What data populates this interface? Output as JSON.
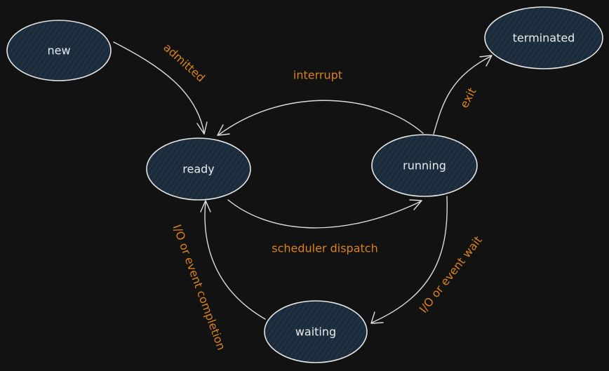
{
  "colors": {
    "background": "#121212",
    "node_fill": "#1c2b3a",
    "node_stroke": "#e6e6e6",
    "node_text": "#e9ecef",
    "edge_stroke": "#dcdcdc",
    "edge_label": "#d9821e"
  },
  "nodes": {
    "new": {
      "label": "new"
    },
    "ready": {
      "label": "ready"
    },
    "running": {
      "label": "running"
    },
    "terminated": {
      "label": "terminated"
    },
    "waiting": {
      "label": "waiting"
    }
  },
  "edges": {
    "admitted": {
      "from": "new",
      "to": "ready",
      "label": "admitted"
    },
    "interrupt": {
      "from": "running",
      "to": "ready",
      "label": "interrupt"
    },
    "exit": {
      "from": "running",
      "to": "terminated",
      "label": "exit"
    },
    "scheduler_dispatch": {
      "from": "ready",
      "to": "running",
      "label": "scheduler dispatch"
    },
    "io_wait": {
      "from": "running",
      "to": "waiting",
      "label": "I/O or event wait"
    },
    "io_completion": {
      "from": "waiting",
      "to": "ready",
      "label": "I/O or event completion"
    }
  }
}
